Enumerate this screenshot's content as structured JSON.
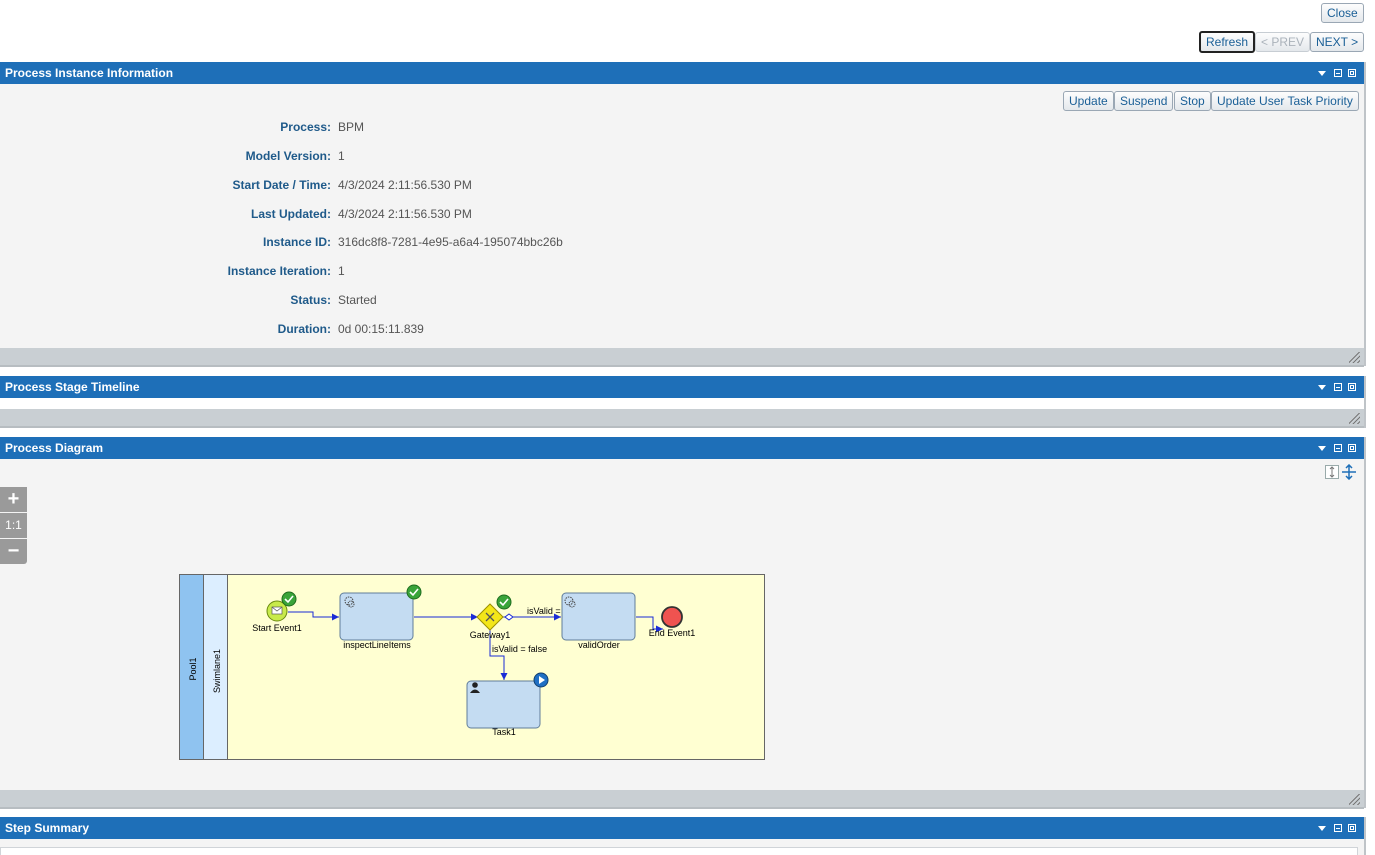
{
  "toolbar": {
    "close_label": "Close",
    "refresh_label": "Refresh",
    "prev_label": "< PREV",
    "next_label": "NEXT >"
  },
  "instance_panel": {
    "title": "Process Instance Information",
    "actions": {
      "update": "Update",
      "suspend": "Suspend",
      "stop": "Stop",
      "update_priority": "Update User Task Priority"
    },
    "fields": [
      {
        "label": "Process:",
        "value": "BPM"
      },
      {
        "label": "Model Version:",
        "value": "1"
      },
      {
        "label": "Start Date / Time:",
        "value": "4/3/2024 2:11:56.530 PM"
      },
      {
        "label": "Last Updated:",
        "value": "4/3/2024 2:11:56.530 PM"
      },
      {
        "label": "Instance ID:",
        "value": "316dc8f8-7281-4e95-a6a4-195074bbc26b"
      },
      {
        "label": "Instance Iteration:",
        "value": "1"
      },
      {
        "label": "Status:",
        "value": "Started"
      },
      {
        "label": "Duration:",
        "value": "0d 00:15:11.839"
      }
    ]
  },
  "timeline_panel": {
    "title": "Process Stage Timeline"
  },
  "diagram_panel": {
    "title": "Process Diagram",
    "zoom": {
      "in": "+",
      "reset": "1:1",
      "out": "−"
    },
    "diagram": {
      "pool": "Pool1",
      "swimlane": "Swimlane1",
      "start_event": "Start Event1",
      "task_inspect": "inspectLineItems",
      "gateway": "Gateway1",
      "task_valid": "validOrder",
      "end_event": "End Event1",
      "user_task": "Task1",
      "cond_true": "isValid = true",
      "cond_false": "isValid = false"
    },
    "colors": {
      "pool": "#8fc3f0",
      "swimlane": "#dceeff",
      "lane": "#ffffd2",
      "task": "#c4dcf2",
      "gateway": "#f3e619",
      "start_event": "#c8ea4a",
      "end_event": "#ef5350",
      "completed_badge": "#3aa43a",
      "active_badge": "#1f6fc4"
    }
  },
  "summary_panel": {
    "title": "Step Summary"
  }
}
